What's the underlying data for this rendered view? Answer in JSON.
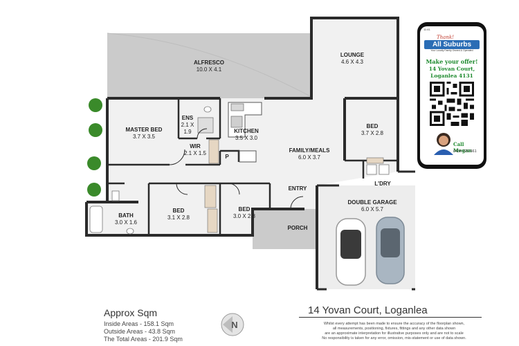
{
  "rooms": {
    "alfresco": {
      "name": "ALFRESCO",
      "dims": "10.0 X 4.1"
    },
    "lounge": {
      "name": "LOUNGE",
      "dims": "4.6 X 4.3"
    },
    "master_bed": {
      "name": "MASTER BED",
      "dims": "3.7 X 3.5"
    },
    "ens": {
      "name": "ENS",
      "dims": "2.1 X",
      "dims2": "1.9"
    },
    "wir": {
      "name": "WIR",
      "dims": "2.1 X 1.5"
    },
    "kitchen": {
      "name": "KITCHEN",
      "dims": "3.5 X 3.0"
    },
    "pantry": {
      "name": "P"
    },
    "bed_east": {
      "name": "BED",
      "dims": "3.7 X 2.8"
    },
    "family_meals": {
      "name": "FAMILY/MEALS",
      "dims": "6.0 X 3.7"
    },
    "entry": {
      "name": "ENTRY"
    },
    "laundry": {
      "name": "L'DRY"
    },
    "double_garage": {
      "name": "DOUBLE GARAGE",
      "dims": "6.0 X 5.7"
    },
    "bed_2": {
      "name": "BED",
      "dims": "3.1 X 2.8"
    },
    "bed_3": {
      "name": "BED",
      "dims": "3.0 X 2.8"
    },
    "bath": {
      "name": "BATH",
      "dims": "3.0 X 1.6"
    },
    "porch": {
      "name": "PORCH"
    }
  },
  "areas": {
    "title": "Approx Sqm",
    "inside": "Inside Areas - 158.1 Sqm",
    "outside": "Outside Areas - 43.8 Sqm",
    "total": "The Total Areas - 201.9 Sqm"
  },
  "address": "14 Yovan Court, Loganlea",
  "disclaimer": [
    "Whilst every attempt has been made to ensure the accuracy of the floorplan shown,",
    "all measurements, positioning, fixtures, fittings and any other data shown",
    "are an approximate interpretation for illustrative purposes only and are not to scale",
    "No responsibility is taken for any error, omission, mis-statement or use of data shown."
  ],
  "compass_letter": "N",
  "ad": {
    "status_time": "11:41",
    "logo_thank": "Thank!",
    "logo_name": "All Suburbs",
    "logo_tagline": "Your Locally Family Owned & Operated",
    "offer": "Make your offer!",
    "street": "14 Yovan Court,",
    "suburb": "Loganlea 4131",
    "call": "Call Megan",
    "phone": "0434 029 661"
  },
  "colors": {
    "wall": "#2b2b2b",
    "floor": "#f1f1f1",
    "outdoor": "#cbcbcb",
    "brand_blue": "#2a6db5",
    "ad_green": "#1e8a2e"
  }
}
